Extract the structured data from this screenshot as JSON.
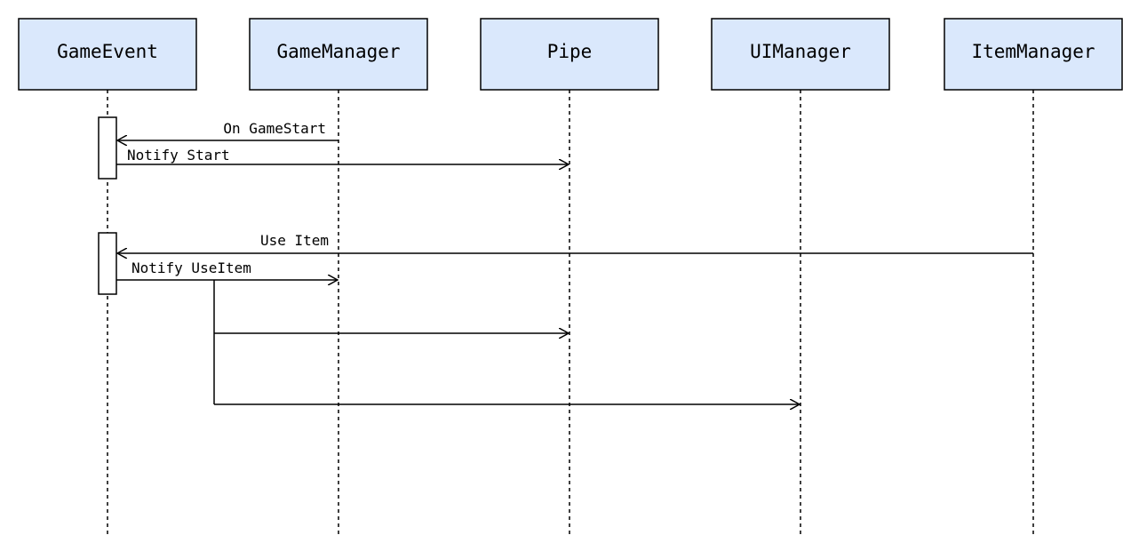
{
  "diagram": {
    "type": "sequence",
    "colors": {
      "participant_fill": "#dae8fc",
      "stroke": "#000000",
      "activation_fill": "#ffffff"
    },
    "participants": [
      {
        "id": "gameevent",
        "label": "GameEvent"
      },
      {
        "id": "gamemanager",
        "label": "GameManager"
      },
      {
        "id": "pipe",
        "label": "Pipe"
      },
      {
        "id": "uimanager",
        "label": "UIManager"
      },
      {
        "id": "itemmanager",
        "label": "ItemManager"
      }
    ],
    "messages": [
      {
        "from": "gamemanager",
        "to": "gameevent",
        "label": "On GameStart"
      },
      {
        "from": "gameevent",
        "to": "pipe",
        "label": "Notify Start"
      },
      {
        "from": "itemmanager",
        "to": "gameevent",
        "label": "Use Item"
      },
      {
        "from": "gameevent",
        "to": "gamemanager",
        "label": "Notify UseItem"
      },
      {
        "from": "gameevent",
        "to": "pipe",
        "label": ""
      },
      {
        "from": "gameevent",
        "to": "uimanager",
        "label": ""
      }
    ],
    "activations": [
      {
        "participant": "gameevent"
      },
      {
        "participant": "gameevent"
      }
    ]
  }
}
